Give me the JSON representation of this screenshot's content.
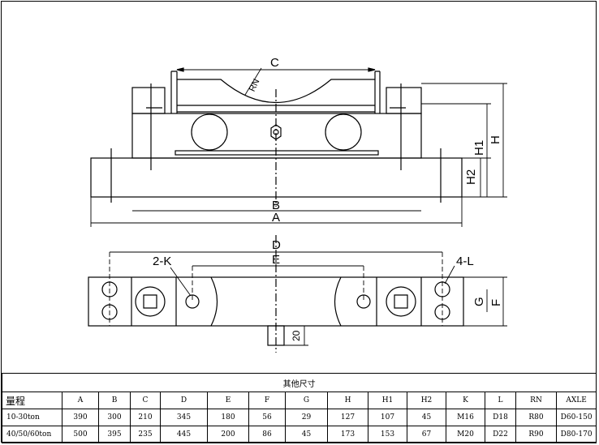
{
  "labels": {
    "C": "C",
    "RN": "RN",
    "H": "H",
    "H1": "H1",
    "H2": "H2",
    "B": "B",
    "A": "A",
    "D": "D",
    "E": "E",
    "K": "2-K",
    "L": "4-L",
    "G": "G",
    "F": "F",
    "dim20": "20"
  },
  "table": {
    "title": "其他尺寸",
    "headers": [
      "量程",
      "A",
      "B",
      "C",
      "D",
      "E",
      "F",
      "G",
      "H",
      "H1",
      "H2",
      "K",
      "L",
      "RN",
      "AXLE"
    ],
    "rows": [
      [
        "10-30ton",
        "390",
        "300",
        "210",
        "345",
        "180",
        "56",
        "29",
        "127",
        "107",
        "45",
        "M16",
        "D18",
        "R80",
        "D60-150"
      ],
      [
        "40/50/60ton",
        "500",
        "395",
        "235",
        "445",
        "200",
        "86",
        "45",
        "173",
        "153",
        "67",
        "M20",
        "D22",
        "R90",
        "D80-170"
      ]
    ]
  }
}
